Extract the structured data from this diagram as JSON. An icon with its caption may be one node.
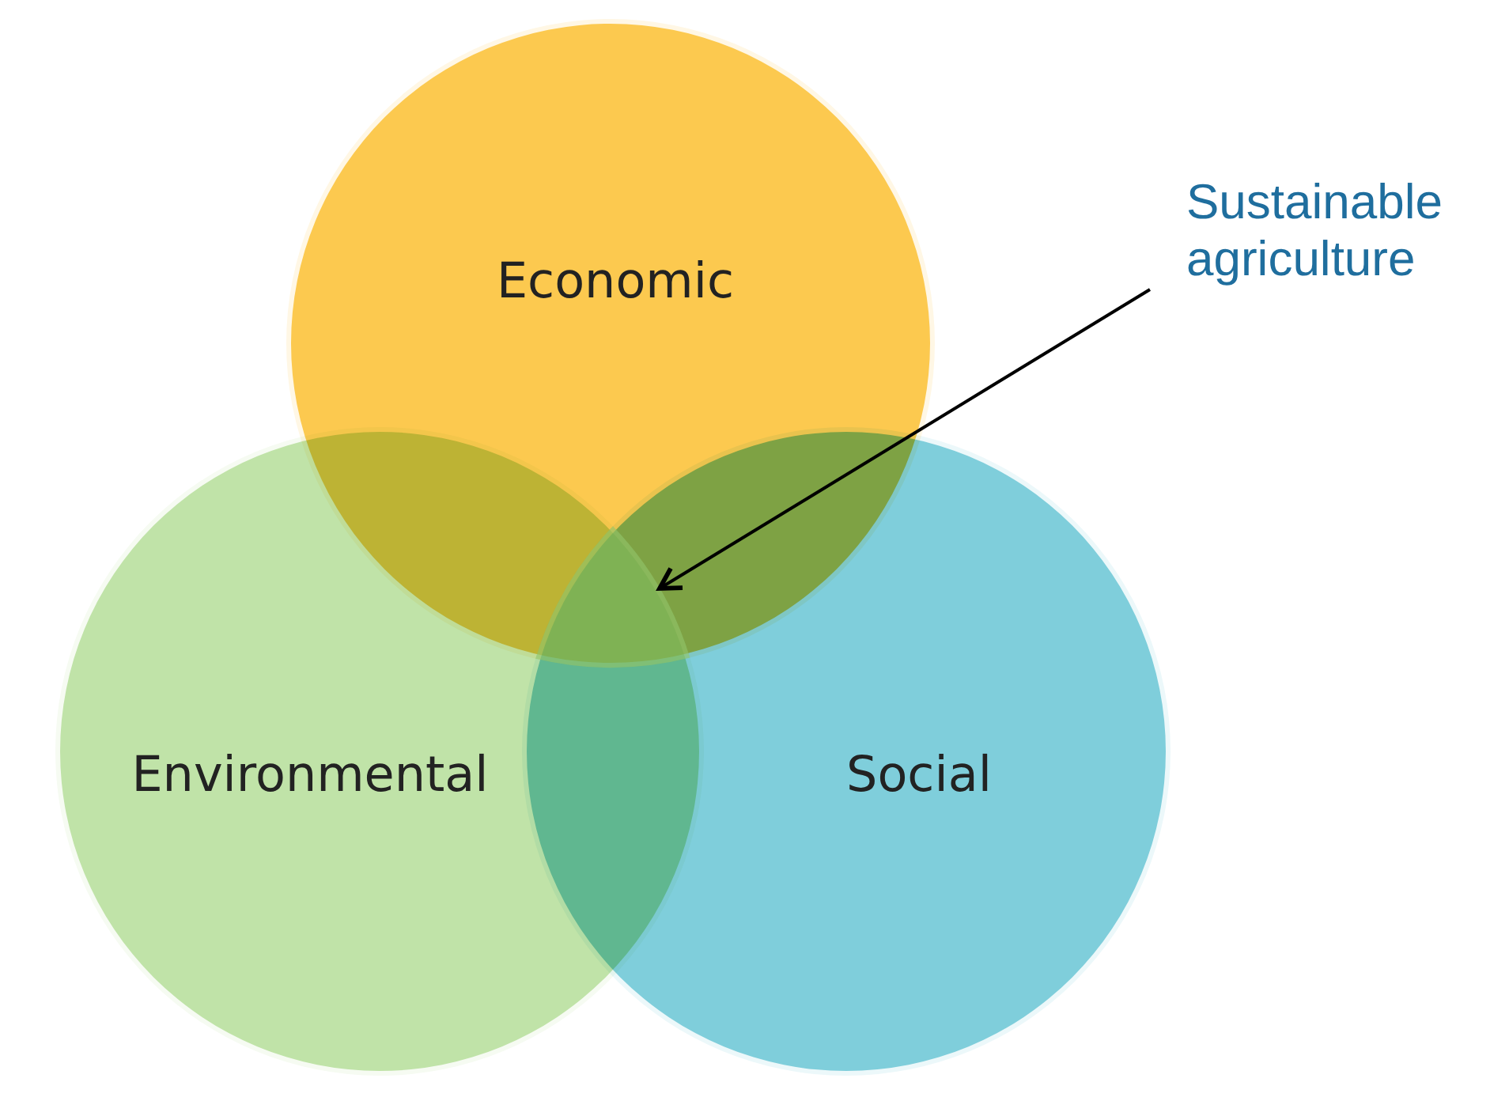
{
  "diagram": {
    "nodes": [
      {
        "text": [
          "Economic"
        ]
      },
      {
        "text": [
          "Environmental"
        ]
      },
      {
        "text": [
          "Social"
        ]
      },
      {
        "text": [
          "Sustainable agriculture"
        ]
      },
      {
        "text": [],
        "shape": "region"
      }
    ],
    "edges": [
      {
        "from": 3,
        "to": 4,
        "arrow": "to"
      }
    ]
  }
}
